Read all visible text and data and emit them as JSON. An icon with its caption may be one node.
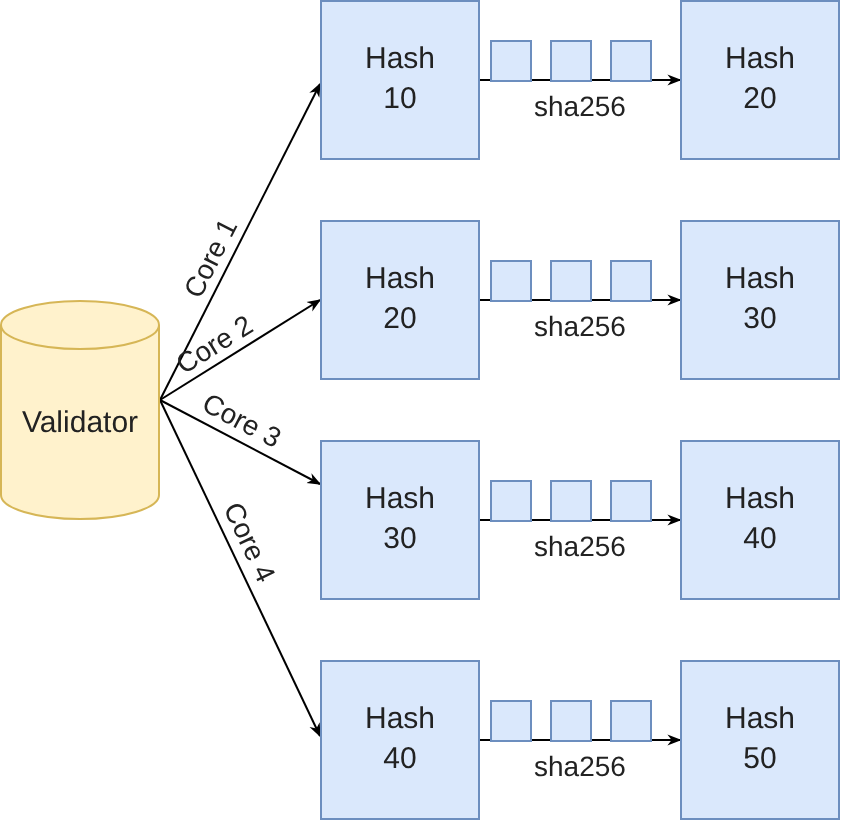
{
  "diagram": {
    "nodes": [
      {
        "text": [
          "Validator"
        ]
      },
      {
        "text": [
          "Hash 10"
        ]
      },
      {
        "text": [
          "Hash 20"
        ]
      },
      {
        "text": [
          "Hash 20"
        ]
      },
      {
        "text": [
          "Hash 30"
        ]
      },
      {
        "text": [
          "Hash 30"
        ]
      },
      {
        "text": [
          "Hash 40"
        ]
      },
      {
        "text": [
          "Hash 40"
        ]
      },
      {
        "text": [
          "Hash 50"
        ]
      }
    ],
    "edges": [
      {
        "from": 0,
        "to": 1,
        "arrow": "to",
        "label": "Core 1"
      },
      {
        "from": 0,
        "to": 3,
        "arrow": "to",
        "label": "Core 2"
      },
      {
        "from": 0,
        "to": 5,
        "arrow": "to",
        "label": "Core 3"
      },
      {
        "from": 0,
        "to": 7,
        "arrow": "to",
        "label": "Core 4"
      },
      {
        "from": 1,
        "to": 2,
        "arrow": "to",
        "label": "sha256"
      },
      {
        "from": 3,
        "to": 4,
        "arrow": "to",
        "label": "sha256"
      },
      {
        "from": 5,
        "to": 6,
        "arrow": "to",
        "label": "sha256"
      },
      {
        "from": 7,
        "to": 8,
        "arrow": "to",
        "label": "sha256"
      }
    ]
  }
}
